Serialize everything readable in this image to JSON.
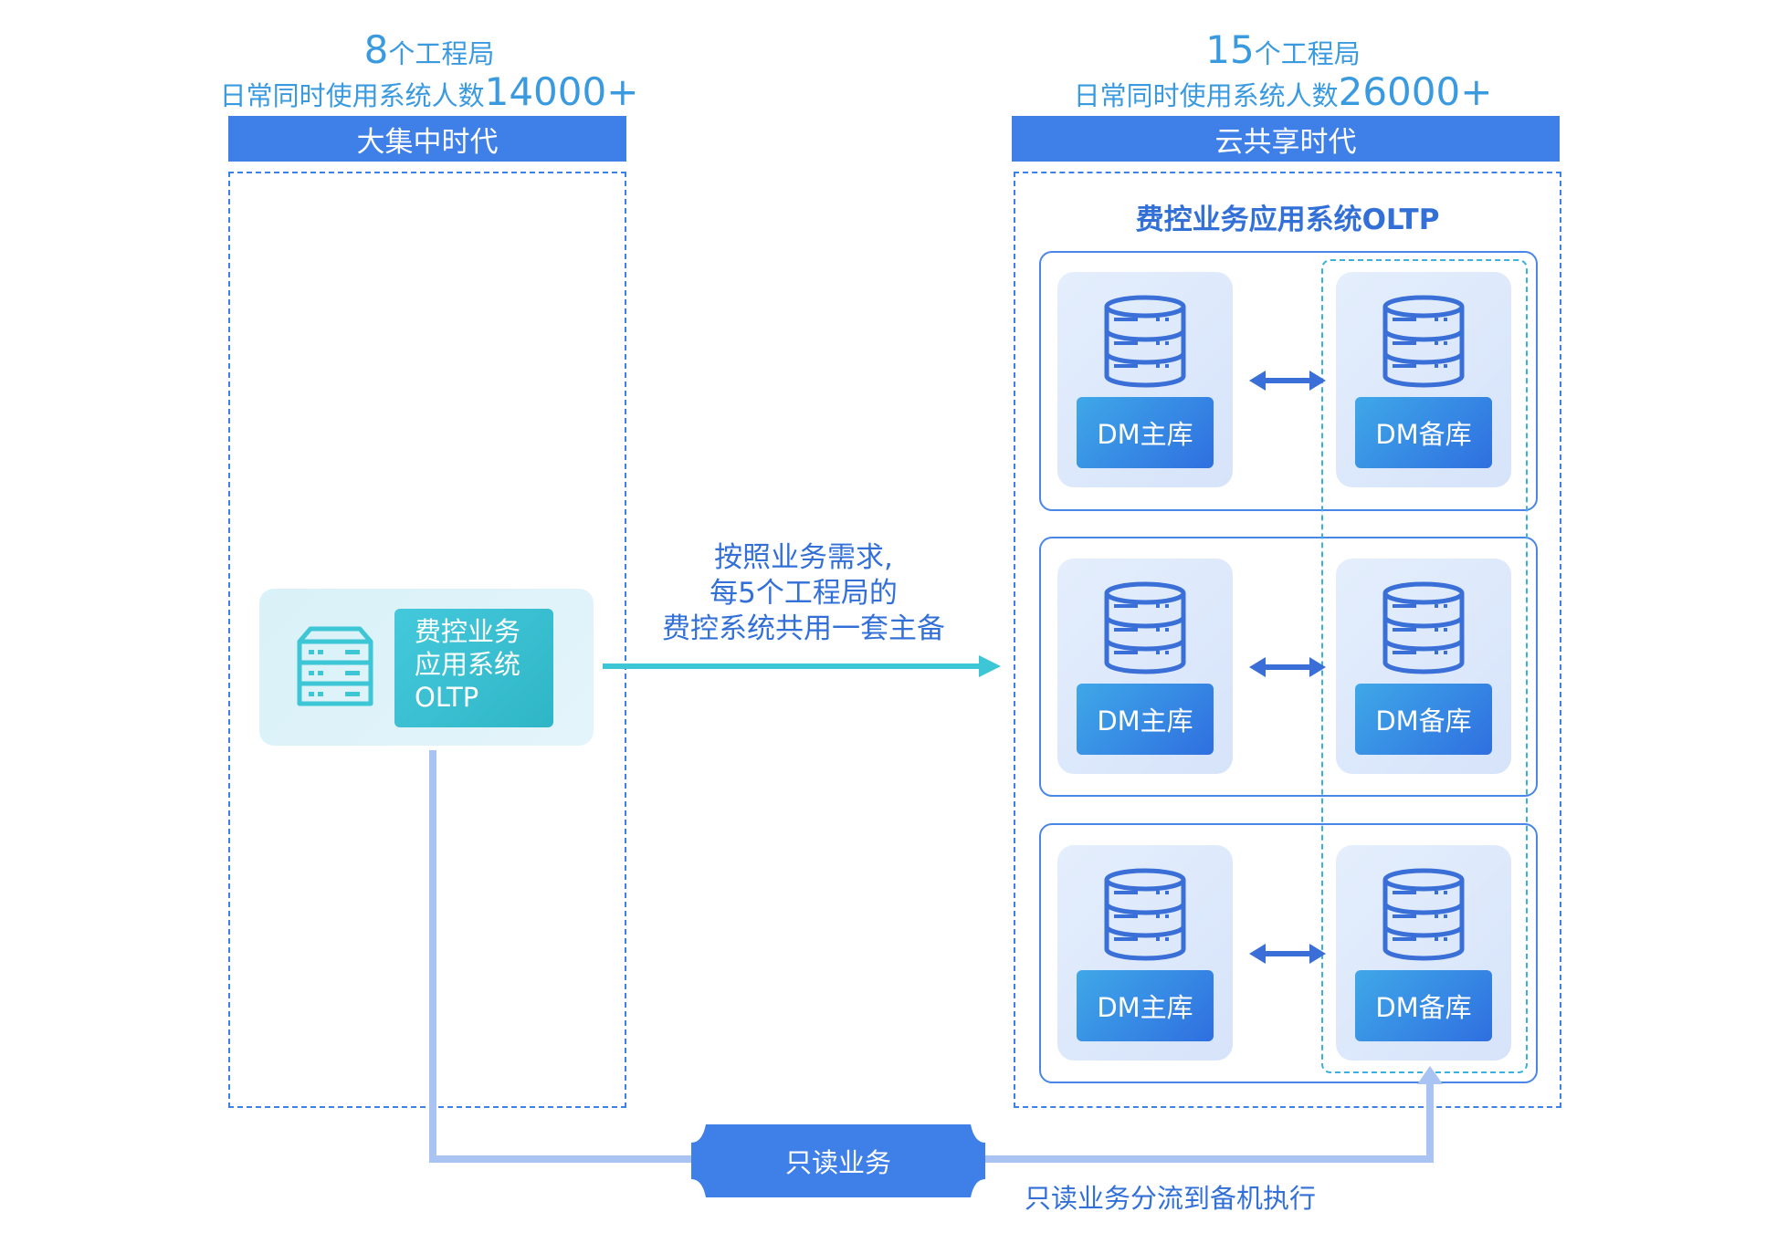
{
  "left_era": {
    "count_number": "8",
    "count_suffix": "个工程局",
    "users_prefix": "日常同时使用系统人数",
    "users_number": "14000+",
    "title": "大集中时代",
    "system_label_lines": [
      "费控业务",
      "应用系统",
      "OLTP"
    ]
  },
  "right_era": {
    "count_number": "15",
    "count_suffix": "个工程局",
    "users_prefix": "日常同时使用系统人数",
    "users_number": "26000+",
    "title": "云共享时代",
    "system_title": "费控业务应用系统OLTP",
    "clusters": [
      {
        "primary": "DM主库",
        "standby": "DM备库"
      },
      {
        "primary": "DM主库",
        "standby": "DM备库"
      },
      {
        "primary": "DM主库",
        "standby": "DM备库"
      }
    ]
  },
  "transition": {
    "lines": [
      "按照业务需求,",
      "每5个工程局的",
      "费控系统共用一套主备"
    ]
  },
  "readonly": {
    "badge": "只读业务",
    "caption": "只读业务分流到备机执行"
  },
  "colors": {
    "primary_blue": "#3f7fe8",
    "light_blue_text": "#3a9ae0",
    "teal": "#3cc6d6",
    "flow_line": "#a9c3f2"
  }
}
